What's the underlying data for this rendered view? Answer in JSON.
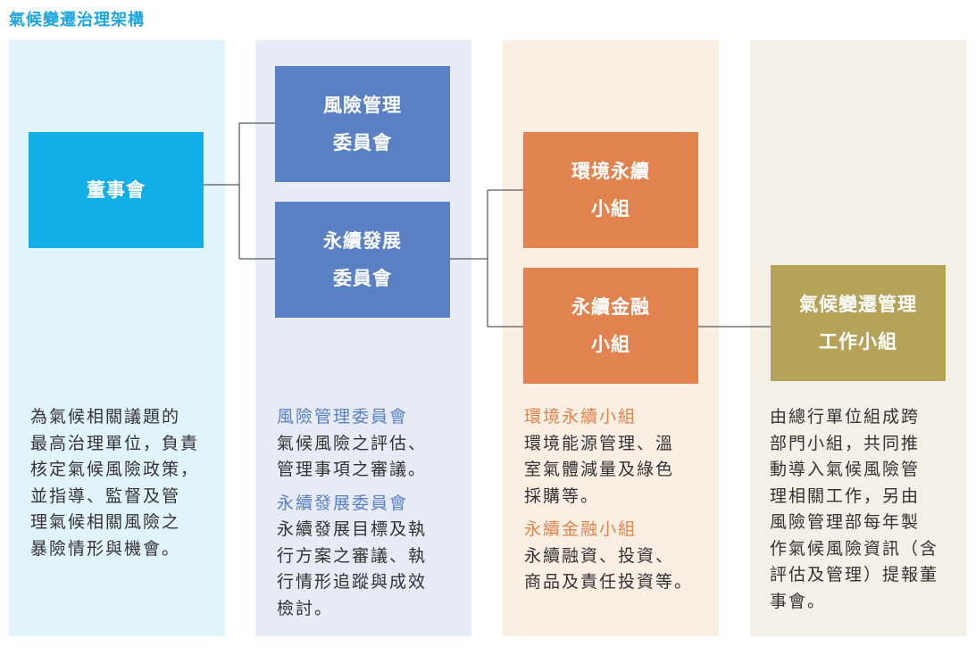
{
  "title": "氣候變遷治理架構",
  "boxes": {
    "board": [
      "董事會"
    ],
    "risk_committee": [
      "風險管理",
      "委員會"
    ],
    "sustainability_committee": [
      "永續發展",
      "委員會"
    ],
    "environment_group": [
      "環境永續",
      "小組"
    ],
    "finance_group": [
      "永續金融",
      "小組"
    ],
    "climate_group": [
      "氣候變遷管理",
      "工作小組"
    ]
  },
  "descriptions": {
    "board": [
      "為氣候相關議題的",
      "最高治理單位，負責",
      "核定氣候風險政策，",
      "並指導、監督及管",
      "理氣候相關風險之",
      "暴險情形與機會。"
    ],
    "committees": {
      "risk_heading": "風險管理委員會",
      "risk_text": [
        "氣候風險之評估、",
        "管理事項之審議。"
      ],
      "sust_heading": "永續發展委員會",
      "sust_text": [
        "永續發展目標及執",
        "行方案之審議、執",
        "行情形追蹤與成效",
        "檢討。"
      ]
    },
    "groups": {
      "env_heading": "環境永續小組",
      "env_text": [
        "環境能源管理、溫",
        "室氣體減量及綠色",
        "採購等。"
      ],
      "fin_heading": "永續金融小組",
      "fin_text": [
        "永續融資、投資、",
        "商品及責任投資等。"
      ]
    },
    "climate": [
      "由總行單位組成跨",
      "部門小組，共同推",
      "動導入氣候風險管",
      "理相關工作，另由",
      "風險管理部每年製",
      "作氣候風險資訊（含",
      "評估及管理）提報董",
      "事會。"
    ]
  },
  "colors": {
    "title": "#1fa5dc",
    "board": "#12aee8",
    "committee": "#5a81c3",
    "group": "#e0834f",
    "climate": "#b5a35a"
  }
}
